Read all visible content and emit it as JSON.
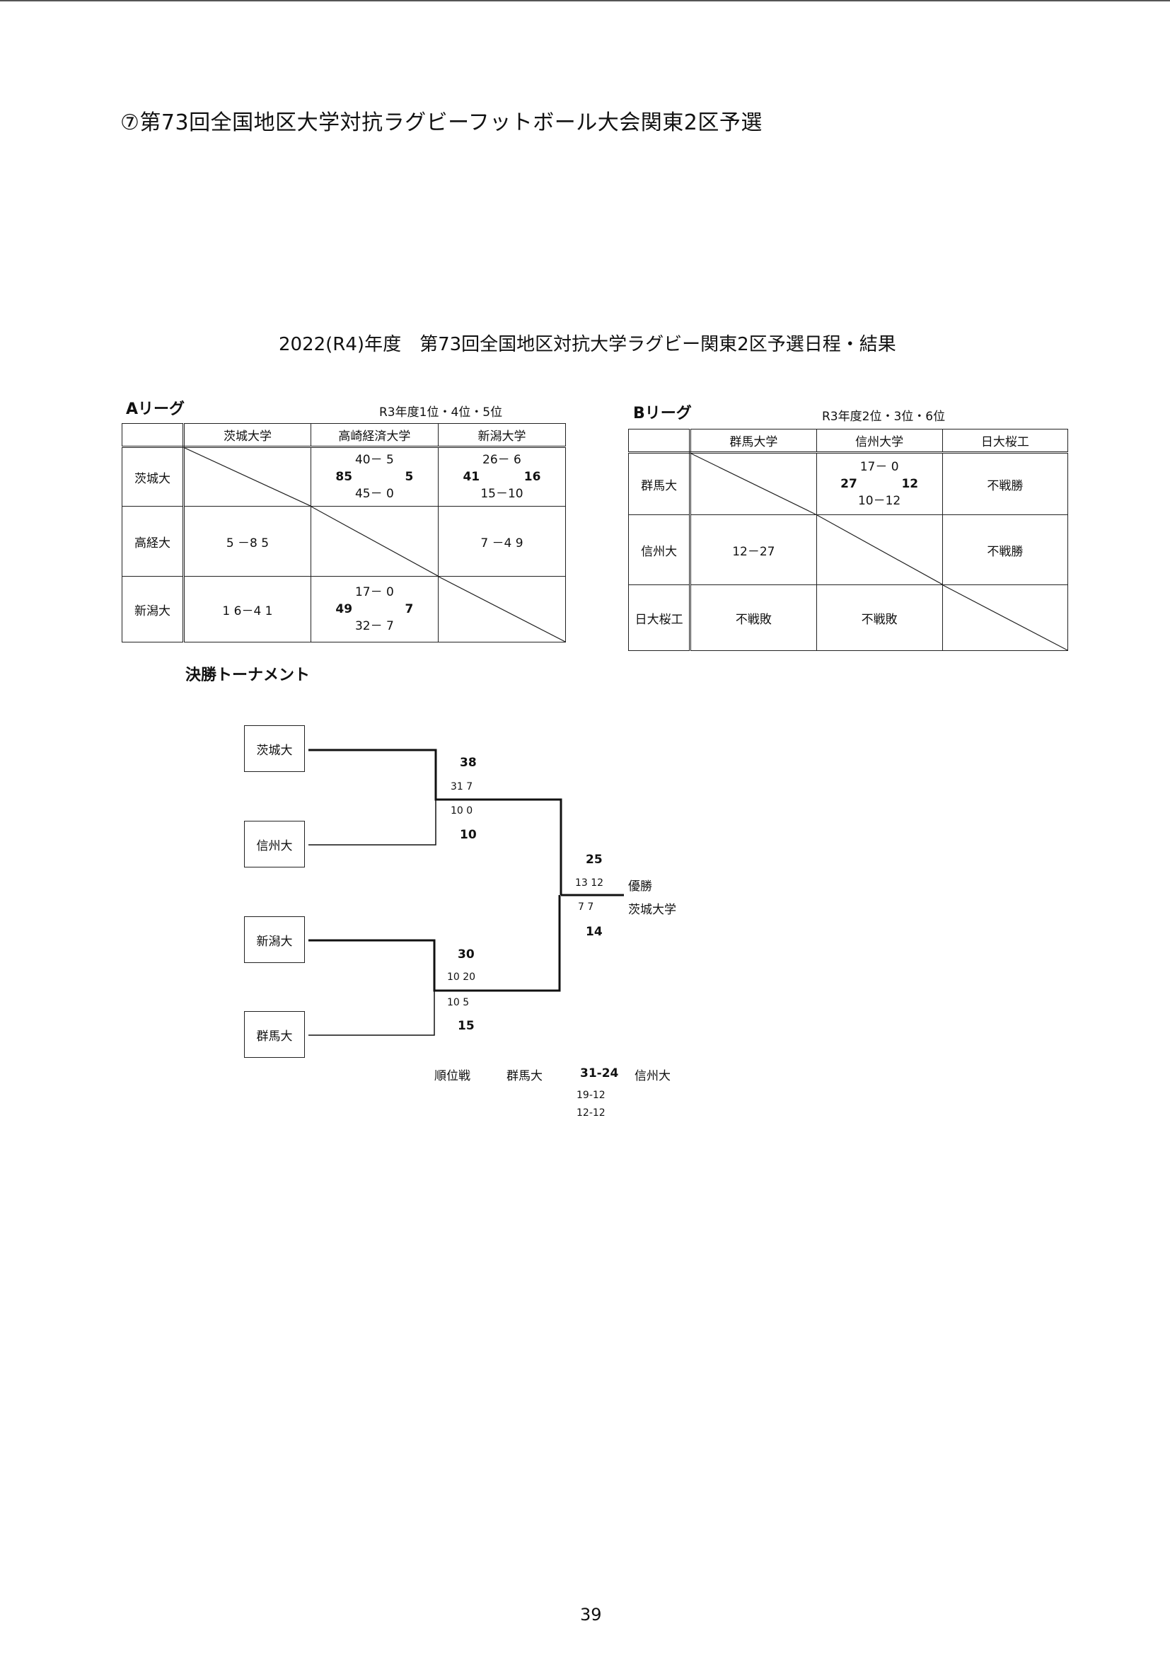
{
  "heading": "⑦第73回全国地区大学対抗ラグビーフットボール大会関東2区予選",
  "subtitle": "2022(R4)年度　第73回全国地区対抗大学ラグビー関東2区予選日程・結果",
  "league_a": {
    "label": "Aリーグ",
    "note": "R3年度1位・4位・5位",
    "columns": [
      "茨城大学",
      "高崎経済大学",
      "新潟大学"
    ],
    "rows": [
      {
        "name": "茨城大",
        "cells": [
          {
            "type": "diag"
          },
          {
            "type": "triple",
            "top": "40－ 5",
            "left": "85",
            "right": "5",
            "bottom": "45－ 0"
          },
          {
            "type": "triple",
            "top": "26－ 6",
            "left": "41",
            "right": "16",
            "bottom": "15－10"
          }
        ]
      },
      {
        "name": "高経大",
        "cells": [
          {
            "type": "text",
            "value": "5 －8 5"
          },
          {
            "type": "diag"
          },
          {
            "type": "text",
            "value": "7 －4 9"
          }
        ]
      },
      {
        "name": "新潟大",
        "cells": [
          {
            "type": "text",
            "value": "1 6－4 1"
          },
          {
            "type": "triple",
            "top": "17－ 0",
            "left": "49",
            "right": "7",
            "bottom": "32－ 7"
          },
          {
            "type": "diag"
          }
        ]
      }
    ]
  },
  "league_b": {
    "label": "Bリーグ",
    "note": "R3年度2位・3位・6位",
    "columns": [
      "群馬大学",
      "信州大学",
      "日大桜工"
    ],
    "rows": [
      {
        "name": "群馬大",
        "cells": [
          {
            "type": "diag"
          },
          {
            "type": "triple",
            "top": "17－ 0",
            "left": "27",
            "right": "12",
            "bottom": "10－12"
          },
          {
            "type": "text",
            "value": "不戦勝"
          }
        ]
      },
      {
        "name": "信州大",
        "cells": [
          {
            "type": "text",
            "value": "12－27"
          },
          {
            "type": "diag"
          },
          {
            "type": "text",
            "value": "不戦勝"
          }
        ]
      },
      {
        "name": "日大桜工",
        "cells": [
          {
            "type": "text",
            "value": "不戦敗"
          },
          {
            "type": "text",
            "value": "不戦敗"
          },
          {
            "type": "diag"
          }
        ]
      }
    ]
  },
  "tournament": {
    "title": "決勝トーナメント",
    "teams": [
      "茨城大",
      "信州大",
      "新潟大",
      "群馬大"
    ],
    "semi1": {
      "top_total": "38",
      "halves": [
        "31 7",
        "10 0"
      ],
      "bottom_total": "10"
    },
    "semi2": {
      "top_total": "30",
      "halves": [
        "10 20",
        "10 5"
      ],
      "bottom_total": "15"
    },
    "final": {
      "top_total": "25",
      "halves": [
        "13 12",
        "7 7"
      ],
      "bottom_total": "14",
      "result_label": "優勝",
      "winner": "茨城大学"
    },
    "placement": {
      "label": "順位戦",
      "team1": "群馬大",
      "score": "31-24",
      "team2": "信州大",
      "halves": [
        "19-12",
        "12-12"
      ]
    }
  },
  "page_number": "39"
}
